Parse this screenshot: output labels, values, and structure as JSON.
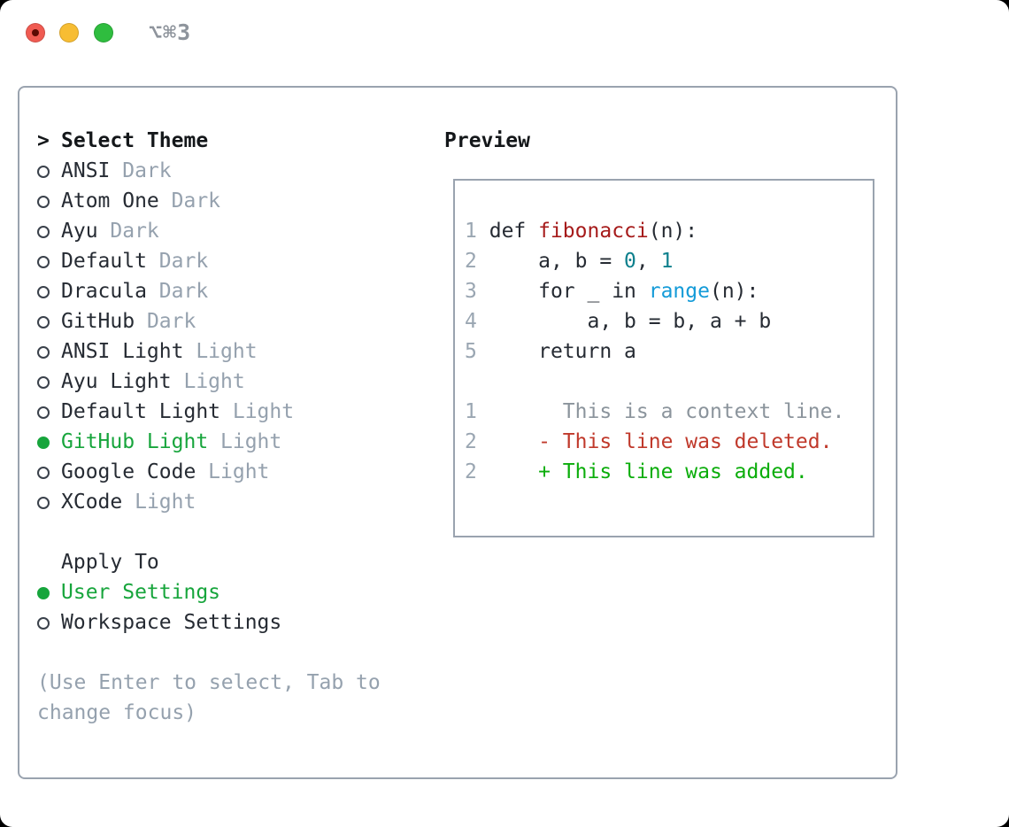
{
  "window": {
    "title": "⌥⌘3"
  },
  "titlebar": {
    "buttons": [
      {
        "name": "close"
      },
      {
        "name": "minimize"
      },
      {
        "name": "zoom"
      }
    ]
  },
  "theme_panel": {
    "header_marker": ">",
    "header": "Select Theme",
    "items": [
      {
        "name": "ANSI",
        "variant": "Dark",
        "selected": false
      },
      {
        "name": "Atom One",
        "variant": "Dark",
        "selected": false
      },
      {
        "name": "Ayu",
        "variant": "Dark",
        "selected": false
      },
      {
        "name": "Default",
        "variant": "Dark",
        "selected": false
      },
      {
        "name": "Dracula",
        "variant": "Dark",
        "selected": false
      },
      {
        "name": "GitHub",
        "variant": "Dark",
        "selected": false
      },
      {
        "name": "ANSI Light",
        "variant": "Light",
        "selected": false
      },
      {
        "name": "Ayu Light",
        "variant": "Light",
        "selected": false
      },
      {
        "name": "Default Light",
        "variant": "Light",
        "selected": false
      },
      {
        "name": "GitHub Light",
        "variant": "Light",
        "selected": true
      },
      {
        "name": "Google Code",
        "variant": "Light",
        "selected": false
      },
      {
        "name": "XCode",
        "variant": "Light",
        "selected": false
      }
    ],
    "apply_to": {
      "header": "Apply To",
      "options": [
        {
          "name": "User Settings",
          "selected": true
        },
        {
          "name": "Workspace Settings",
          "selected": false
        }
      ]
    },
    "hint": "(Use Enter to select, Tab to change focus)"
  },
  "preview": {
    "header": "Preview",
    "lines": [
      {
        "num": "",
        "tokens": []
      },
      {
        "num": "1",
        "tokens": [
          [
            "fg",
            "def "
          ],
          [
            "fn",
            "fibonacci"
          ],
          [
            "fg",
            "(n):"
          ]
        ]
      },
      {
        "num": "2",
        "tokens": [
          [
            "fg",
            "    a, b = "
          ],
          [
            "lit",
            "0"
          ],
          [
            "fg",
            ", "
          ],
          [
            "lit",
            "1"
          ]
        ]
      },
      {
        "num": "3",
        "tokens": [
          [
            "fg",
            "    for _ in "
          ],
          [
            "call",
            "range"
          ],
          [
            "fg",
            "(n):"
          ]
        ]
      },
      {
        "num": "4",
        "tokens": [
          [
            "fg",
            "        a, b = b, a + b"
          ]
        ]
      },
      {
        "num": "5",
        "tokens": [
          [
            "fg",
            "    return a"
          ]
        ]
      },
      {
        "num": "",
        "tokens": []
      },
      {
        "num": "1",
        "tokens": [
          [
            "ctx",
            "      This is a context line."
          ]
        ]
      },
      {
        "num": "2",
        "tokens": [
          [
            "del",
            "    - This line was deleted."
          ]
        ]
      },
      {
        "num": "2",
        "tokens": [
          [
            "add",
            "    + This line was added."
          ]
        ]
      }
    ]
  },
  "colors": {
    "foreground": "#262b33",
    "muted": "#95a1ae",
    "border": "#9aa3af",
    "selection_green": "#17a53c",
    "diff_added": "#0bad0b",
    "diff_deleted": "#c0392b",
    "diff_context": "#8b949c",
    "line_number": "#9aa6b2",
    "function_red": "#a61b1b",
    "literal_teal": "#0e808d",
    "call_blue": "#149bd8",
    "title_gray": "#8e949c",
    "traffic_red": "#f05b52",
    "traffic_yellow": "#f7bd33",
    "traffic_green": "#2fbd3f"
  }
}
